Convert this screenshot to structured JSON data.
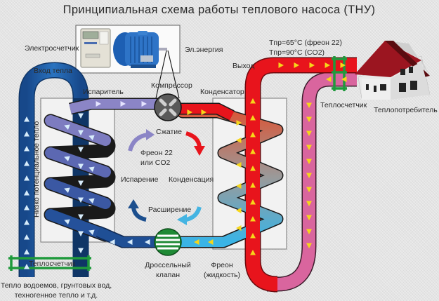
{
  "title": "Принципиальная схема работы теплового насоса (ТНУ)",
  "labels": {
    "electricity_meter": "Электросчетчик",
    "electric_energy": "Эл.энергия",
    "heat_input": "Вход тепла",
    "evaporator": "Испаритель",
    "compressor": "Компрессор",
    "condenser": "Конденсатор",
    "output": "Выход",
    "temp_freon": "Tпр=65°C (фреон 22)",
    "temp_co2": "Tпр=90°C (CO2)",
    "heat_meter_right": "Теплосчетчик",
    "heat_consumer": "Теплопотребитель",
    "low_potential_heat": "Низко потенциальное тепло",
    "heat_meter_left": "Теплосчетчик",
    "heat_source_line1": "Тепло водоемов, грунтовых вод,",
    "heat_source_line2": "техногенное тепло и т.д.",
    "throttle_line1": "Дроссельный",
    "throttle_line2": "клапан",
    "freon_liquid_line1": "Фреон",
    "freon_liquid_line2": "(жидкость)"
  },
  "cycle": {
    "compression": "Сжатие",
    "condensation": "Конденсация",
    "expansion": "Расширение",
    "evaporation": "Испарение",
    "refrigerant_line1": "Фреон 22",
    "refrigerant_line2": "или CO2"
  },
  "colors": {
    "hot_pipe": "#e8141c",
    "return_pipe": "#d9659e",
    "cold_pipe": "#1f5ea8",
    "vapor_pipe": "#8b85c6",
    "liquid_pipe": "#3ab4e6",
    "heat_meter": "#1f9a3c",
    "arrow_hot": "#f6d61a",
    "arrow_cold": "#d7ecfb",
    "roof": "#9b1520"
  }
}
